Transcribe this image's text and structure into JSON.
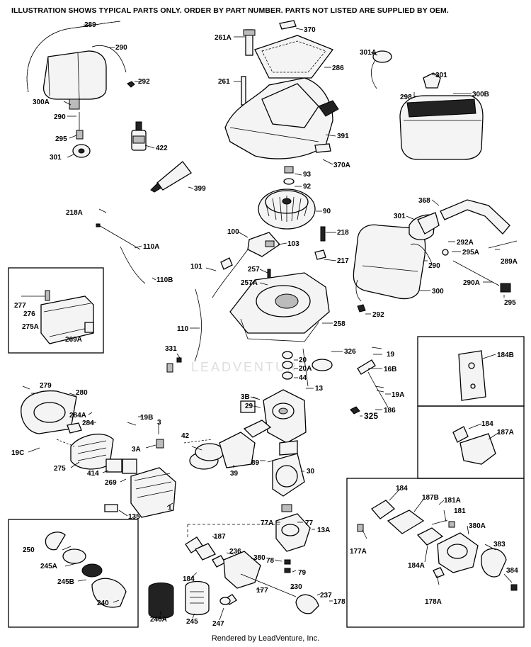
{
  "header": "ILLUSTRATION SHOWS TYPICAL PARTS ONLY. ORDER BY PART NUMBER. PARTS NOT LISTED ARE SUPPLIED BY OEM.",
  "watermark": "LEADVENTURE",
  "footer": "Rendered by LeadVenture, Inc.",
  "labels": {
    "l289": "289",
    "l290a": "290",
    "l292a": "292",
    "l300A": "300A",
    "l290b": "290",
    "l295a": "295",
    "l301a": "301",
    "l422": "422",
    "l399": "399",
    "l218A": "218A",
    "l110A": "110A",
    "l110B": "110B",
    "l261A": "261A",
    "l370": "370",
    "l286": "286",
    "l261": "261",
    "l391": "391",
    "l370A": "370A",
    "l93": "93",
    "l92": "92",
    "l90": "90",
    "l100": "100",
    "l103": "103",
    "l218": "218",
    "l217": "217",
    "l101": "101",
    "l257": "257",
    "l257A": "257A",
    "l258": "258",
    "l110": "110",
    "l331": "331",
    "l326": "326",
    "l19": "19",
    "l16B": "16B",
    "l19A": "19A",
    "l186": "186",
    "l325": "325",
    "l20": "20",
    "l20A": "20A",
    "l44": "44",
    "l13": "13",
    "l3B": "3B",
    "l29": "29",
    "l301A": "301A",
    "l301b": "301",
    "l298": "298",
    "l300B": "300B",
    "l368": "368",
    "l301c": "301",
    "l292A": "292A",
    "l295A": "295A",
    "l289A": "289A",
    "l290c": "290",
    "l300": "300",
    "l290A": "290A",
    "l295b": "295",
    "l292b": "292",
    "l277": "277",
    "l276": "276",
    "l275A": "275A",
    "l269A": "269A",
    "l279": "279",
    "l280": "280",
    "l284A": "284A",
    "l284": "284",
    "l19B": "19B",
    "l3": "3",
    "l3A": "3A",
    "l19C": "19C",
    "l275": "275",
    "l414": "414",
    "l269": "269",
    "l1": "1",
    "l135": "135",
    "l42": "42",
    "l39": "39",
    "l89": "89",
    "l30": "30",
    "l77A": "77A",
    "l77": "77",
    "l13A": "13A",
    "l78": "78",
    "l79": "79",
    "l187": "187",
    "l236": "236",
    "l380": "380",
    "l184a": "184",
    "l177": "177",
    "l230": "230",
    "l237": "237",
    "l178": "178",
    "l250": "250",
    "l245A": "245A",
    "l245B": "245B",
    "l240": "240",
    "l246A": "246A",
    "l245": "245",
    "l247": "247",
    "l184B": "184B",
    "l184b": "184",
    "l187A": "187A",
    "l184c": "184",
    "l187B": "187B",
    "l181A": "181A",
    "l181": "181",
    "l380A": "380A",
    "l177A": "177A",
    "l184A": "184A",
    "l383": "383",
    "l384": "384",
    "l178A": "178A"
  }
}
